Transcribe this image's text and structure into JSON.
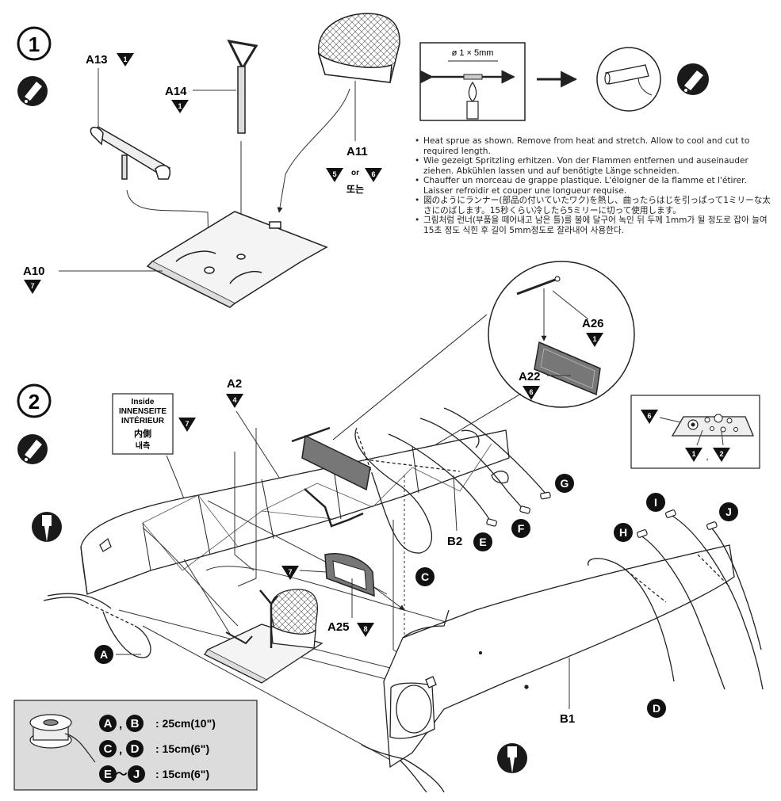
{
  "steps": [
    {
      "number": "1"
    },
    {
      "number": "2"
    }
  ],
  "parts": {
    "a13": {
      "label": "A13",
      "color": "1"
    },
    "a14": {
      "label": "A14",
      "color": "1"
    },
    "a11": {
      "label": "A11",
      "color_a": "5",
      "or": "or",
      "color_b": "6",
      "korean_or": "또는"
    },
    "a10": {
      "label": "A10",
      "color": "7"
    },
    "a26": {
      "label": "A26",
      "color": "1"
    },
    "a22": {
      "label": "A22",
      "color": "6"
    },
    "a2": {
      "label": "A2",
      "color": "4"
    },
    "a25": {
      "label": "A25",
      "color": "8",
      "left_color": "7"
    },
    "b2": {
      "label": "B2"
    },
    "b1": {
      "label": "B1"
    }
  },
  "inside_box": {
    "line1": "Inside",
    "line2": "INNENSEITE",
    "line3": "INTÉRIEUR",
    "line4": "内側",
    "line5": "내측",
    "color": "7"
  },
  "sprue": {
    "size": "ø 1 × 5mm"
  },
  "notes": [
    "Heat sprue as shown. Remove from heat and stretch. Allow to cool and cut to required length.",
    "Wie gezeigt Spritzling erhitzen. Von der Flammen entfernen und auseinauder ziehen. Abkühlen lassen und auf benötigte Länge schneiden.",
    "Chauffer un morceau de grappe plastique. L'éloigner de la flamme et l'étirer. Laisser refroidir et couper une longueur requise.",
    "図のようにランナー(部品の付いていたワク)を熱し、曲ったらはじを引っぱって1ミリーな太さにのばします。15秒くらい冷したら5ミリーに切って使用します。",
    "그림처럼 런너(부품을 떼어내고 남은 틀)를 불에 달구어 녹인 뒤 두께 1mm가 될 정도로 잡아 늘여 15초 정도 식힌 후 길이 5mm정도로 잘라내어 사용한다."
  ],
  "panel": {
    "color_left": "6",
    "color_a": "1",
    "comma": ",",
    "color_b": "2"
  },
  "wires": [
    "A",
    "B",
    "C",
    "D",
    "E",
    "F",
    "G",
    "H",
    "I",
    "J"
  ],
  "legend": {
    "ab_a": "A",
    "ab_comma": ",",
    "ab_b": "B",
    "ab_length": ": 25cm(10\")",
    "cd_c": "C",
    "cd_comma": ",",
    "cd_d": "D",
    "cd_length": ": 15cm(6\")",
    "ej_e": "E",
    "ej_tilde": "～",
    "ej_j": "J",
    "ej_length": ": 15cm(6\")"
  }
}
